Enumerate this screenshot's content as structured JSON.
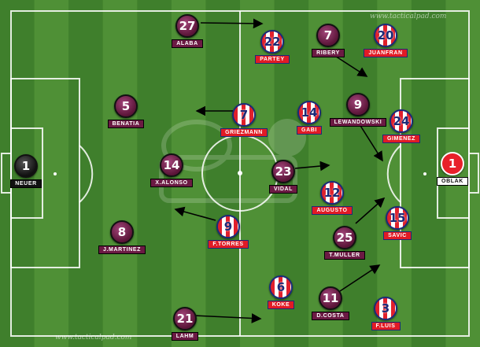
{
  "watermark": {
    "top": "www.tacticalpad.com",
    "bottom": "www.tacticalpad.com"
  },
  "colors": {
    "bayern": "#6b1a43",
    "atleti_red": "#e11b25",
    "atleti_blue": "#1b2a78",
    "pitch_dark": "#3f7f2c",
    "pitch_light": "#4f9036"
  },
  "players": [
    {
      "id": "neuer",
      "team": "gk-bayern",
      "number": "1",
      "name": "NEUER"
    },
    {
      "id": "alaba",
      "team": "bayern",
      "number": "27",
      "name": "ALABA"
    },
    {
      "id": "benatia",
      "team": "bayern",
      "number": "5",
      "name": "BENATIA"
    },
    {
      "id": "xalonso",
      "team": "bayern",
      "number": "14",
      "name": "X.ALONSO"
    },
    {
      "id": "jmartinez",
      "team": "bayern",
      "number": "8",
      "name": "J.MARTINEZ"
    },
    {
      "id": "lahm",
      "team": "bayern",
      "number": "21",
      "name": "LAHM"
    },
    {
      "id": "vidal",
      "team": "bayern",
      "number": "23",
      "name": "VIDAL"
    },
    {
      "id": "ribery",
      "team": "bayern",
      "number": "7",
      "name": "RIBERY"
    },
    {
      "id": "lewandowski",
      "team": "bayern",
      "number": "9",
      "name": "LEWANDOWSKI"
    },
    {
      "id": "tmuller",
      "team": "bayern",
      "number": "25",
      "name": "T.MULLER"
    },
    {
      "id": "dcosta",
      "team": "bayern",
      "number": "11",
      "name": "D.COSTA"
    },
    {
      "id": "oblak",
      "team": "gk-atleti",
      "number": "1",
      "name": "OBLAK"
    },
    {
      "id": "partey",
      "team": "atleti",
      "number": "22",
      "name": "PARTEY"
    },
    {
      "id": "juanfran",
      "team": "atleti",
      "number": "20",
      "name": "JUANFRAN"
    },
    {
      "id": "griezmann",
      "team": "atleti",
      "number": "7",
      "name": "GRIEZMANN"
    },
    {
      "id": "gabi",
      "team": "atleti",
      "number": "14",
      "name": "GABI"
    },
    {
      "id": "gimenez",
      "team": "atleti",
      "number": "24",
      "name": "GIMENEZ"
    },
    {
      "id": "augusto",
      "team": "atleti",
      "number": "12",
      "name": "AUGUSTO"
    },
    {
      "id": "ftorres",
      "team": "atleti",
      "number": "9",
      "name": "F.TORRES"
    },
    {
      "id": "savic",
      "team": "atleti",
      "number": "15",
      "name": "SAVIC"
    },
    {
      "id": "koke",
      "team": "atleti",
      "number": "6",
      "name": "KOKE"
    },
    {
      "id": "filuis",
      "team": "atleti",
      "number": "3",
      "name": "F.LUIS"
    }
  ]
}
